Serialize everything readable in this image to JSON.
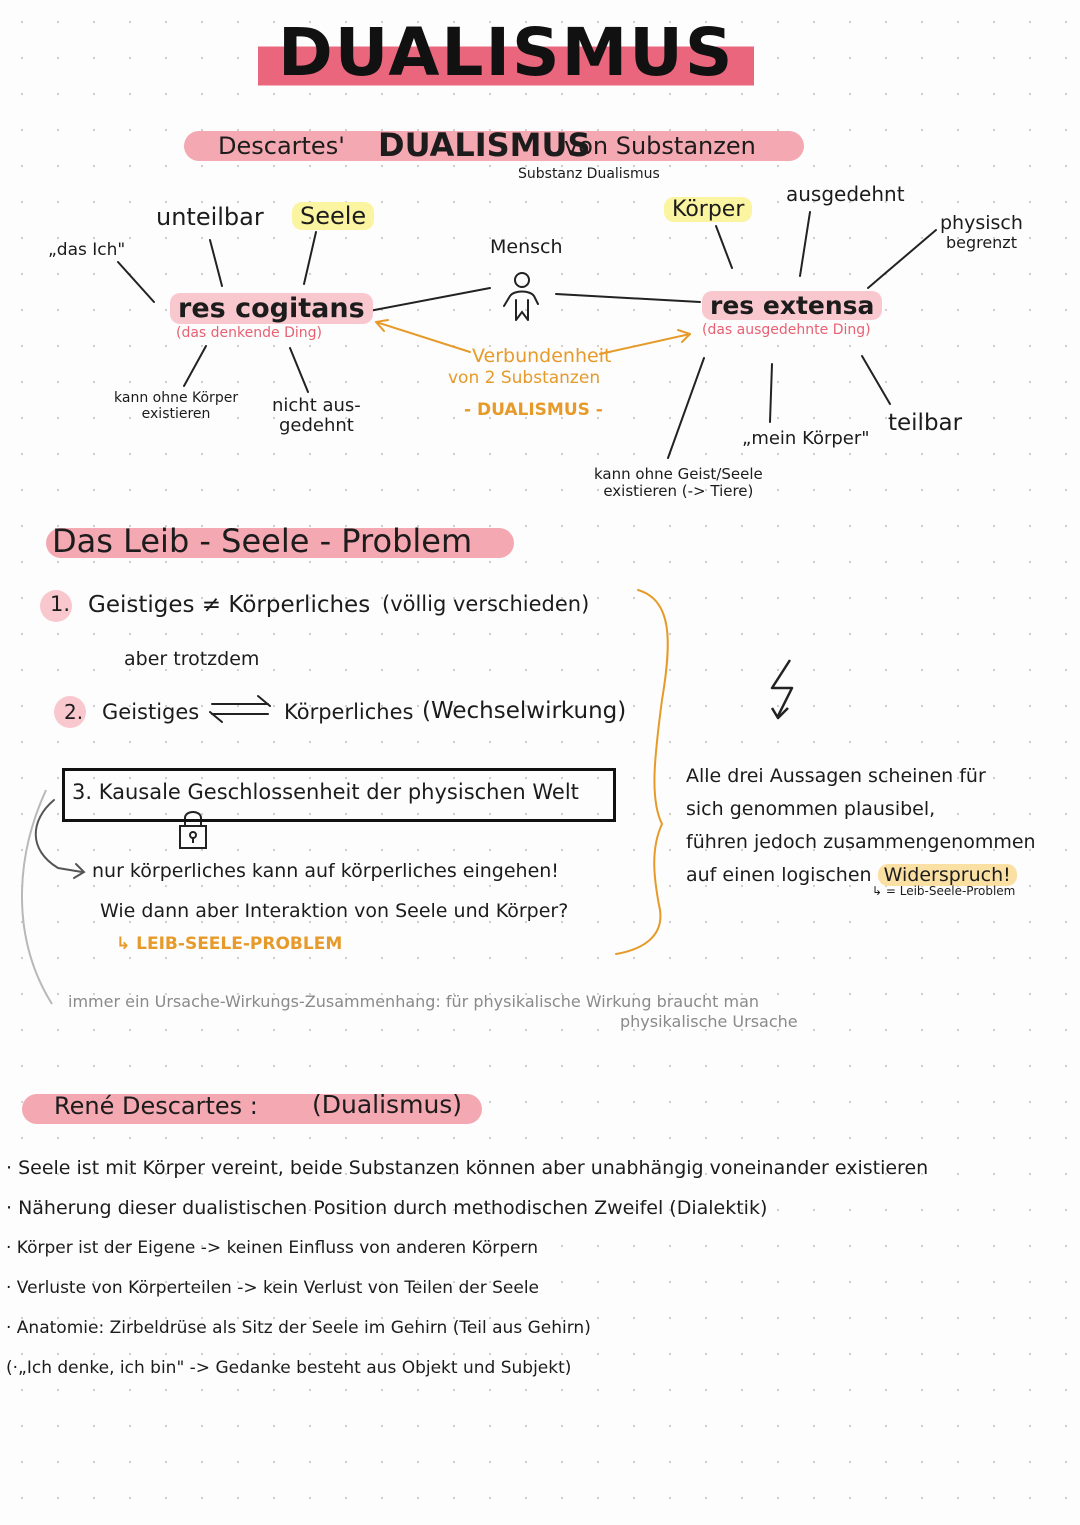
{
  "title": "DUALISMUS",
  "subtitle": {
    "part1": "Descartes'",
    "part2": "DUALISMUS",
    "part3": "von Substanzen",
    "note": "Substanz Dualismus"
  },
  "diagram": {
    "das_ich": "„das Ich\"",
    "unteilbar": "unteilbar",
    "seele": "Seele",
    "res_cogitans": "res cogitans",
    "res_cogitans_sub": "(das denkende Ding)",
    "kann_ohne_koerper": [
      "kann ohne Körper",
      "existieren"
    ],
    "nicht_ausgedehnt": [
      "nicht aus-",
      "gedehnt"
    ],
    "mensch": "Mensch",
    "verbundenheit": "Verbundenheit",
    "von_2": "von 2 Substanzen",
    "dualismus_center": "- DUALISMUS -",
    "koerper": "Körper",
    "ausgedehnt": "ausgedehnt",
    "physisch": [
      "physisch",
      "begrenzt"
    ],
    "res_extensa": "res extensa",
    "res_extensa_sub": "(das ausgedehnte Ding)",
    "mein_koerper": "„mein Körper\"",
    "teilbar": "teilbar",
    "kann_ohne_geist": [
      "kann ohne Geist/Seele",
      "existieren (-> Tiere)"
    ]
  },
  "problem": {
    "heading": "Das Leib - Seele - Problem",
    "p1_num": "1.",
    "p1": "Geistiges ≠ Körperliches",
    "p1_note": "(völlig verschieden)",
    "aber": "aber trotzdem",
    "p2_num": "2.",
    "p2_a": "Geistiges",
    "p2_b": "Körperliches",
    "p2_note": "(Wechselwirkung)",
    "p3": "3. Kausale Geschlossenheit der physischen Welt",
    "line1": "nur körperliches kann auf körperliches eingehen!",
    "line2": "Wie dann aber Interaktion von Seele und Körper?",
    "line3": "↳ LEIB-SEELE-PROBLEM",
    "bottom1": "immer ein Ursache-Wirkungs-Zusammenhang: für physikalische Wirkung braucht man",
    "bottom2": "physikalische Ursache",
    "right": [
      "Alle drei Aussagen scheinen für",
      "sich genommen plausibel,",
      "führen jedoch zusammengenommen",
      "auf einen logischen"
    ],
    "widerspruch": "Widerspruch!",
    "right_note": "↳ = Leib-Seele-Problem",
    "lightning": "ϟ"
  },
  "descartes": {
    "heading": "René Descartes :",
    "heading_note": "(Dualismus)",
    "bullets": [
      "· Seele ist mit Körper vereint, beide Substanzen können aber unabhängig voneinander existieren",
      "· Näherung dieser dualistischen Position durch methodischen Zweifel (Dialektik)",
      "· Körper ist der Eigene -> keinen Einfluss von anderen Körpern",
      "· Verluste von Körperteilen -> kein Verlust von Teilen der Seele",
      "· Anatomie: Zirbeldrüse als Sitz der Seele im Gehirn (Teil aus Gehirn)",
      "(·„Ich denke, ich bin\" -> Gedanke besteht aus Objekt und Subjekt)"
    ]
  },
  "colors": {
    "title_band": "#e9667d",
    "pink_bar": "#f4a8b2",
    "yellow_highlight": "#fbf4a0",
    "orange_ink": "#e69a2a",
    "red_ink": "#e2533b"
  }
}
